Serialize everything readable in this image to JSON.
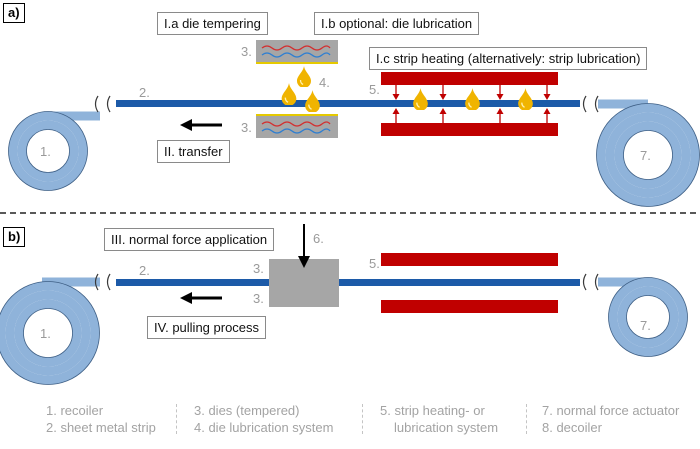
{
  "panel_a": {
    "tag": "a)",
    "box_die_tempering": "I.a die tempering",
    "box_die_lubrication": "I.b optional: die lubrication",
    "box_strip_heating": "I.c strip heating (alternatively: strip lubrication)",
    "box_transfer": "II. transfer",
    "pos_recoiler": "1.",
    "pos_strip": "2.",
    "pos_die_top": "3.",
    "pos_die_bottom": "3.",
    "pos_lubrication": "4.",
    "pos_heating": "5.",
    "pos_decoiler": "7."
  },
  "panel_b": {
    "tag": "b)",
    "box_normal_force": "III. normal force application",
    "box_pulling": "IV. pulling process",
    "pos_recoiler": "1.",
    "pos_strip": "2.",
    "pos_die_top": "3.",
    "pos_die_bottom": "3.",
    "pos_heating": "5.",
    "pos_actuator": "6.",
    "pos_decoiler": "7."
  },
  "legend": {
    "col1": [
      "1. recoiler",
      "2. sheet metal strip"
    ],
    "col2": [
      "3. dies (tempered)",
      "4. die lubrication system"
    ],
    "col3": [
      "5. strip heating- or",
      "lubrication system"
    ],
    "col4": [
      "7. normal force actuator",
      "8. decoiler"
    ]
  },
  "colors": {
    "strip": "#1c5aa8",
    "coil": "#8fb3da",
    "heater": "#c00000",
    "die": "#a6a6a6",
    "oil": "#f0b400"
  },
  "icons": [
    "arrow-left-icon",
    "arrow-down-icon",
    "oil-drop-icon",
    "wave-icon",
    "break-mark-icon"
  ]
}
